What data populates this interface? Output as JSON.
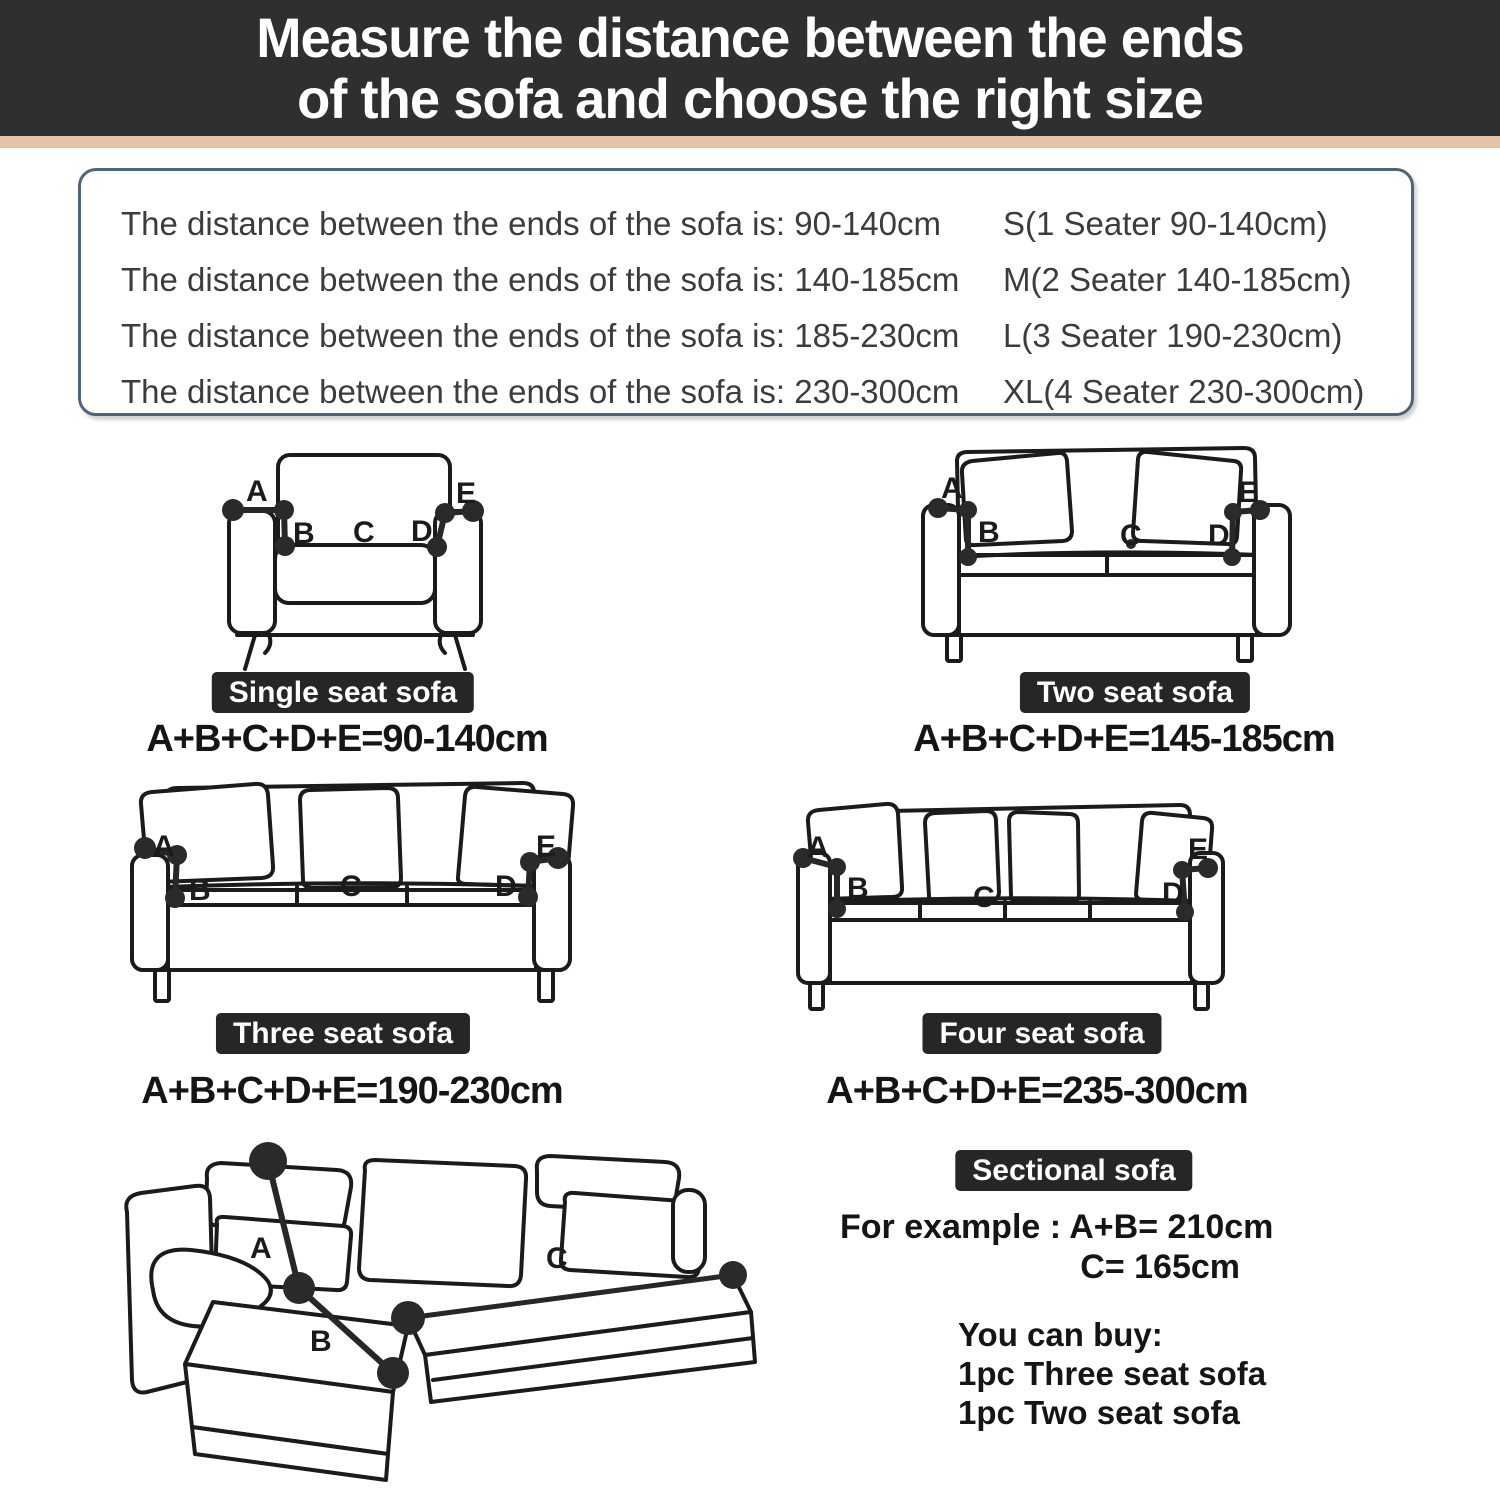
{
  "header": {
    "line1": "Measure the distance between the ends",
    "line2": "of the sofa and choose the right size"
  },
  "colors": {
    "header_bg": "#2f2f2f",
    "accent_strip": "#e6c3a7",
    "guide_border": "#4e6579",
    "tag_bg": "#262626"
  },
  "size_guide": {
    "rows": [
      {
        "text": "The distance between the ends of the sofa is: 90-140cm",
        "size": "S(1 Seater 90-140cm)"
      },
      {
        "text": "The distance between the ends of the sofa is: 140-185cm",
        "size": "M(2 Seater 140-185cm)"
      },
      {
        "text": "The distance between the ends of the sofa is: 185-230cm",
        "size": "L(3 Seater 190-230cm)"
      },
      {
        "text": "The distance between the ends of the sofa is: 230-300cm",
        "size": "XL(4 Seater 230-300cm)"
      }
    ]
  },
  "markers": {
    "A": "A",
    "B": "B",
    "C": "C",
    "D": "D",
    "E": "E"
  },
  "sofas": {
    "single": {
      "label": "Single seat sofa",
      "formula": "A+B+C+D+E=90-140cm"
    },
    "two": {
      "label": "Two seat sofa",
      "formula": "A+B+C+D+E=145-185cm"
    },
    "three": {
      "label": "Three seat sofa",
      "formula": "A+B+C+D+E=190-230cm"
    },
    "four": {
      "label": "Four seat sofa",
      "formula": "A+B+C+D+E=235-300cm"
    }
  },
  "sectional": {
    "label": "Sectional sofa",
    "example_line1": "For example : A+B= 210cm",
    "example_line2": "C= 165cm",
    "buy_heading": "You can buy:",
    "buy_items": [
      "1pc Three seat sofa",
      "1pc Two seat sofa"
    ]
  }
}
